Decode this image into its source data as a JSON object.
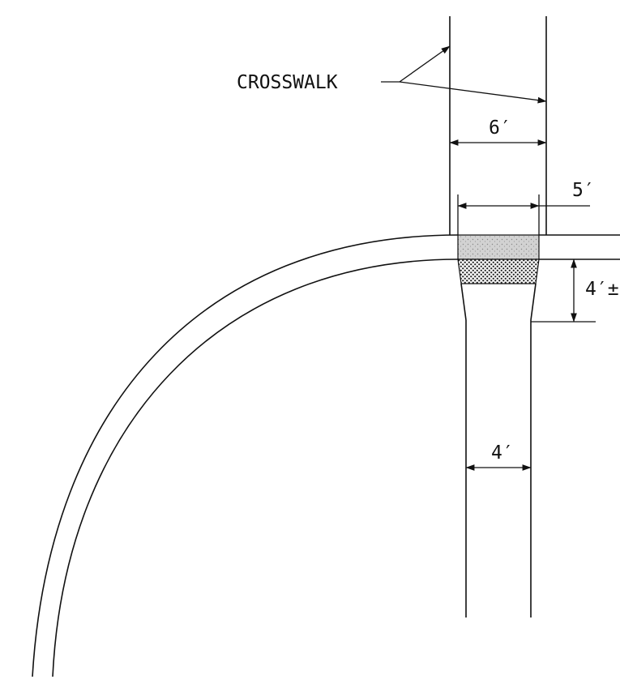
{
  "labels": {
    "crosswalk": "CROSSWALK",
    "crosswalk_width": "6′",
    "ramp_top_width": "5′",
    "ramp_length": "4′±",
    "sidewalk_width": "4′"
  },
  "colors": {
    "ink": "#111111",
    "ramp_top_fill": "#c9c9c9",
    "ramp_textured_fill": "#6f6f6f",
    "background": "#ffffff"
  }
}
